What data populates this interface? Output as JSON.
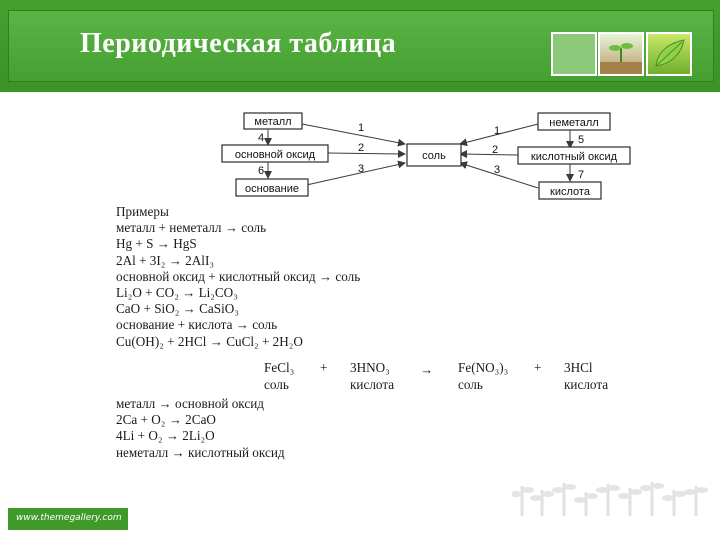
{
  "slide": {
    "title": "Периодическая таблица",
    "footer_url": "www.themegallery.com"
  },
  "diagram": {
    "boxes": {
      "metal": "металл",
      "nonmetal": "неметалл",
      "basic_oxide": "основной оксид",
      "salt": "соль",
      "acidic_oxide": "кислотный оксид",
      "base": "основание",
      "acid": "кислота"
    },
    "numbers": {
      "metal_salt": "1",
      "basic_oxide_salt": "2",
      "base_salt": "3",
      "metal_basic_oxide": "4",
      "basic_oxide_base": "6",
      "nonmetal_salt": "1",
      "acidic_oxide_salt": "2",
      "acid_salt": "3",
      "nonmetal_acidic_oxide": "5",
      "acidic_oxide_acid": "7"
    }
  },
  "examples": {
    "lines": [
      "Примеры",
      "металл + неметалл → соль",
      "Hg + S → HgS",
      "2Al + 3I₂ → 2AlI₃",
      "основной оксид + кислотный оксид → соль",
      "Li₂O + CO₂ → Li₂CO₃",
      "CaO + SiO₂ → CaSiO₃",
      "основание + кислота → соль",
      "Cu(OH)₂ + 2HCl → CuCl₂ + 2H₂O"
    ],
    "equation_row": {
      "reactant1": "FeCl₃",
      "reactant1_label": "соль",
      "plus1": "+",
      "reactant2": "3HNO₃",
      "reactant2_label": "кислота",
      "arrow": "→",
      "product1": "Fe(NO₃)₃",
      "product1_label": "соль",
      "plus2": "+",
      "product2": "3HCl",
      "product2_label": "кислота"
    },
    "lines2": [
      "металл → основной оксид",
      "2Ca + O₂ → 2CaO",
      "4Li + O₂ → 2Li₂O",
      "неметалл → кислотный оксид"
    ]
  }
}
